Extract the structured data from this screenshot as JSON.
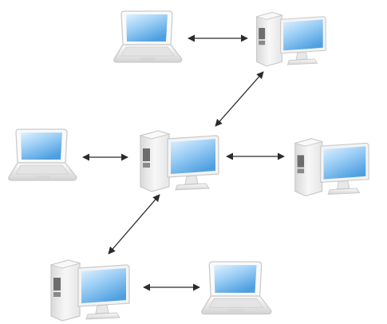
{
  "diagram": {
    "description": "",
    "colors": {
      "background": "#ffffff",
      "screen_top": "#dff1ff",
      "screen_bottom": "#5aa8e6",
      "body_light": "#f6f6f6",
      "body_mid": "#e2e2e2",
      "body_dark": "#bdbdbd",
      "outline": "#c9c9c9",
      "drive": "#6d6d6d",
      "arrow": "#2b2b2b"
    },
    "nodes": [
      {
        "id": "laptop-top",
        "type": "laptop"
      },
      {
        "id": "desktop-top-right",
        "type": "desktop"
      },
      {
        "id": "laptop-left",
        "type": "laptop"
      },
      {
        "id": "desktop-center",
        "type": "desktop"
      },
      {
        "id": "desktop-right",
        "type": "desktop"
      },
      {
        "id": "desktop-bottom-left",
        "type": "desktop"
      },
      {
        "id": "laptop-bottom-right",
        "type": "laptop"
      }
    ],
    "links": [
      {
        "from": "laptop-top",
        "to": "desktop-top-right",
        "direction": "both"
      },
      {
        "from": "desktop-top-right",
        "to": "desktop-center",
        "direction": "both"
      },
      {
        "from": "laptop-left",
        "to": "desktop-center",
        "direction": "both"
      },
      {
        "from": "desktop-center",
        "to": "desktop-right",
        "direction": "both"
      },
      {
        "from": "desktop-center",
        "to": "desktop-bottom-left",
        "direction": "both"
      },
      {
        "from": "desktop-bottom-left",
        "to": "laptop-bottom-right",
        "direction": "both"
      }
    ]
  }
}
